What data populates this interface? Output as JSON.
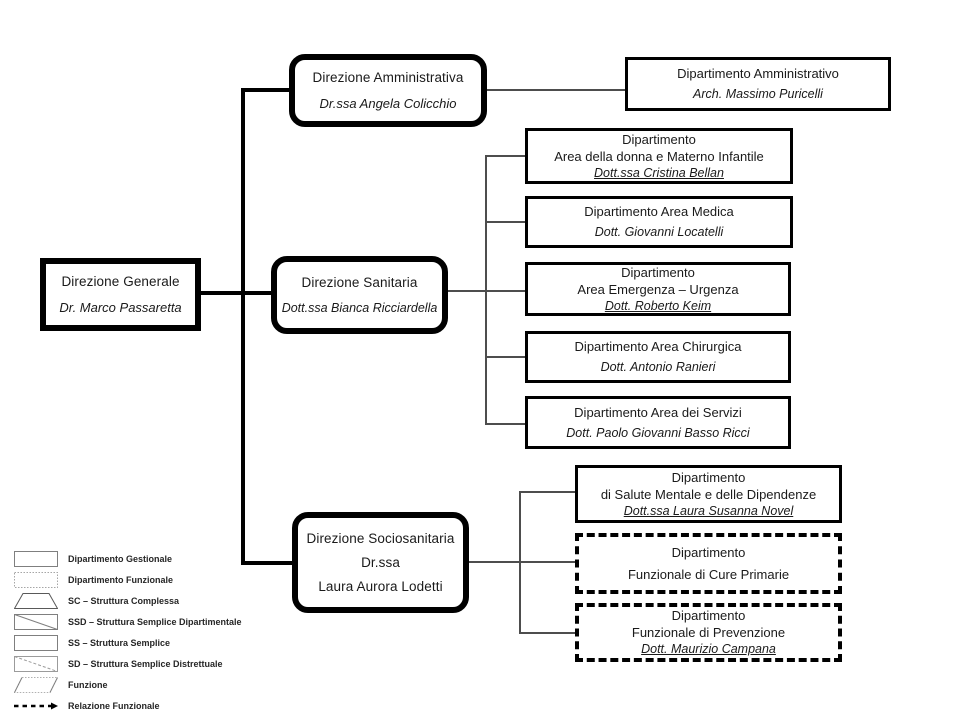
{
  "org": {
    "nodes": {
      "generale": {
        "title": "Direzione Generale",
        "name": "Dr. Marco Passaretta"
      },
      "amministrativa": {
        "title": "Direzione Amministrativa",
        "name": "Dr.ssa Angela Colicchio"
      },
      "sanitaria": {
        "title": "Direzione Sanitaria",
        "name": "Dott.ssa Bianca Ricciardella"
      },
      "sociosanitaria": {
        "title": "Direzione Sociosanitaria",
        "line2": "Dr.ssa",
        "line3": "Laura Aurora Lodetti"
      },
      "dip_amministrativo": {
        "title": "Dipartimento Amministrativo",
        "name": "Arch. Massimo Puricelli"
      },
      "dip_donna": {
        "title": "Dipartimento",
        "subtitle": "Area della donna e Materno Infantile",
        "name": "Dott.ssa Cristina Bellan"
      },
      "dip_medica": {
        "title": "Dipartimento Area Medica",
        "name": "Dott. Giovanni Locatelli"
      },
      "dip_emergenza": {
        "title": "Dipartimento",
        "subtitle": "Area Emergenza – Urgenza",
        "name": "Dott. Roberto Keim"
      },
      "dip_chirurgica": {
        "title": "Dipartimento Area Chirurgica",
        "name": "Dott. Antonio Ranieri"
      },
      "dip_servizi": {
        "title": "Dipartimento Area dei Servizi",
        "name": "Dott. Paolo Giovanni Basso Ricci"
      },
      "dip_salute_mentale": {
        "title": "Dipartimento",
        "subtitle": "di Salute Mentale e delle Dipendenze",
        "name": "Dott.ssa Laura Susanna Novel"
      },
      "dip_cure_primarie": {
        "title": "Dipartimento",
        "subtitle": "Funzionale di Cure Primarie"
      },
      "dip_prevenzione": {
        "title": "Dipartimento",
        "subtitle": "Funzionale di Prevenzione",
        "name": "Dott. Maurizio Campana"
      }
    },
    "legend": {
      "items": [
        {
          "shape": "rect-solid",
          "label": "Dipartimento Gestionale"
        },
        {
          "shape": "rect-dotted",
          "label": "Dipartimento Funzionale"
        },
        {
          "shape": "trapezoid",
          "label": "SC – Struttura Complessa"
        },
        {
          "shape": "rect-diagonal",
          "label": "SSD – Struttura Semplice Dipartimentale"
        },
        {
          "shape": "rect-solid",
          "label": "SS – Struttura Semplice"
        },
        {
          "shape": "rect-diagonal-dashed",
          "label": "SD – Struttura Semplice Distrettuale"
        },
        {
          "shape": "parallelogram",
          "label": "Funzione"
        },
        {
          "shape": "dashed-arrow",
          "label": "Relazione Funzionale"
        }
      ]
    },
    "colors": {
      "box_border": "#000000",
      "thin_line": "#4d4d4d",
      "background": "#ffffff"
    }
  }
}
